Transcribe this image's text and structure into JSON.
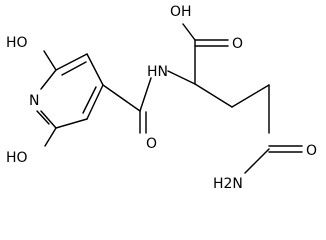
{
  "molecule": {
    "atom_labels": {
      "ho_top": "HO",
      "ho_bottom": "HO",
      "ring_n": "N",
      "amide_nh": "HN",
      "amide_o": "O",
      "acid_oh": "OH",
      "acid_o": "O",
      "end_o": "O",
      "nh2": "H2N"
    }
  },
  "colors": {
    "bond": "#000000",
    "label": "#000000",
    "background": "#ffffff"
  }
}
